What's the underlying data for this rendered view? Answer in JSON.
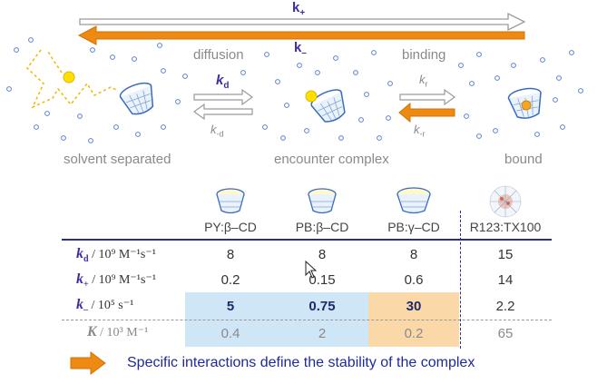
{
  "top": {
    "k_plus": {
      "base": "k",
      "sub": "+"
    },
    "k_minus": {
      "base": "k",
      "sub": "–"
    },
    "diffusion": "diffusion",
    "binding": "binding",
    "kd": {
      "base": "k",
      "sub": "d"
    },
    "k_minus_d": {
      "base": "k",
      "sub": "-d"
    },
    "kr": {
      "base": "k",
      "sub": "r"
    },
    "k_minus_r": {
      "base": "k",
      "sub": "-r"
    },
    "state_labels": [
      "solvent separated",
      "encounter complex",
      "bound"
    ],
    "colors": {
      "arrow_orange": "#ee8a12",
      "kd_purple": "#3b2fa0",
      "text_grey": "#8a8a8a",
      "dots": "#5b7fd0"
    }
  },
  "table": {
    "columns": [
      "PY:β–CD",
      "PB:β–CD",
      "PB:γ–CD",
      "R123:TX100"
    ],
    "rows": [
      {
        "label_base": "k",
        "label_sub": "d",
        "label_tail": "/ 10⁹ M⁻¹s⁻¹",
        "values": [
          "8",
          "8",
          "8",
          "15"
        ]
      },
      {
        "label_base": "k",
        "label_sub": "+",
        "label_tail": "/ 10⁹ M⁻¹s⁻¹",
        "values": [
          "0.2",
          "0.15",
          "0.6",
          "14"
        ]
      },
      {
        "label_base": "k",
        "label_sub": "–",
        "label_tail": "/ 10⁵ s⁻¹",
        "values": [
          "5",
          "0.75",
          "30",
          "2.2"
        ]
      },
      {
        "label_base": "K",
        "label_sub": "",
        "label_tail": "/ 10³ M⁻¹",
        "values": [
          "0.4",
          "2",
          "0.2",
          "65"
        ]
      }
    ],
    "colors": {
      "blue_highlight": "#cfe6f7",
      "orange_highlight": "#fbd8a8",
      "rule": "#2c2c8a"
    }
  },
  "footer": {
    "text": "Specific interactions define the stability of the complex"
  }
}
